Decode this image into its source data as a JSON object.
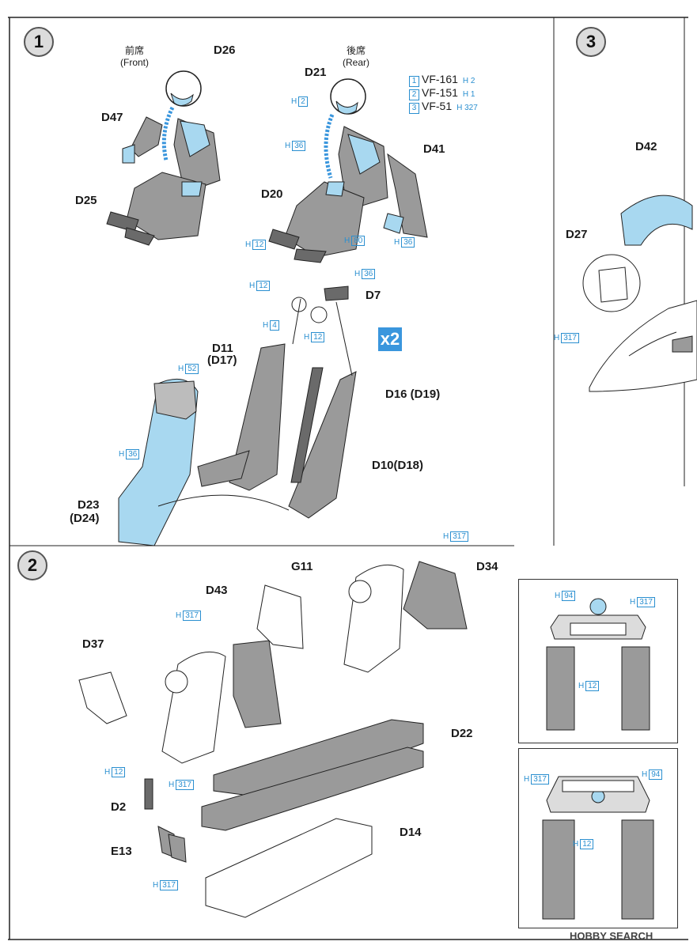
{
  "steps": {
    "s1": "1",
    "s2": "2",
    "s3": "3"
  },
  "step1": {
    "front_jp": "前席",
    "front_en": "(Front)",
    "rear_jp": "後席",
    "rear_en": "(Rear)",
    "parts": {
      "d26": "D26",
      "d47": "D47",
      "d25": "D25",
      "d21": "D21",
      "d41": "D41",
      "d20": "D20",
      "d7": "D7",
      "d11": "D11",
      "d17": "(D17)",
      "d16": "D16 (D19)",
      "d10": "D10(D18)",
      "d23": "D23",
      "d24": "(D24)"
    },
    "legend": [
      {
        "num": "1",
        "text": "VF-161",
        "color": "H 2"
      },
      {
        "num": "2",
        "text": "VF-151",
        "color": "H 1"
      },
      {
        "num": "3",
        "text": "VF-51",
        "color": "H 327"
      }
    ],
    "paint": {
      "h2": "2",
      "h36a": "36",
      "h12a": "12",
      "h80": "80",
      "h36b": "36",
      "h36c": "36",
      "h12b": "12",
      "h4": "4",
      "h12c": "12",
      "h52": "52",
      "h36d": "36"
    },
    "multiplier": "x2"
  },
  "step2": {
    "parts": {
      "g11": "G11",
      "d34": "D34",
      "d43": "D43",
      "d37": "D37",
      "d22": "D22",
      "d2": "D2",
      "e13": "E13",
      "d14": "D14"
    },
    "paint": {
      "h317a": "317",
      "h317b": "317",
      "h12": "12",
      "h317c": "317",
      "h317d": "317"
    }
  },
  "step3": {
    "parts": {
      "d42": "D42",
      "d27": "D27"
    },
    "paint": {
      "h317": "317"
    }
  },
  "insets": {
    "front": {
      "h94": "94",
      "h317": "317",
      "h12": "12"
    },
    "rear": {
      "h317": "317",
      "h94": "94",
      "h12": "12"
    }
  },
  "hp_prefix": "H",
  "watermark": "HOBBY SEARCH",
  "colors": {
    "accent": "#2a8fd0",
    "fill_blue": "#a8d8f0",
    "fill_gray": "#9a9a9a"
  }
}
